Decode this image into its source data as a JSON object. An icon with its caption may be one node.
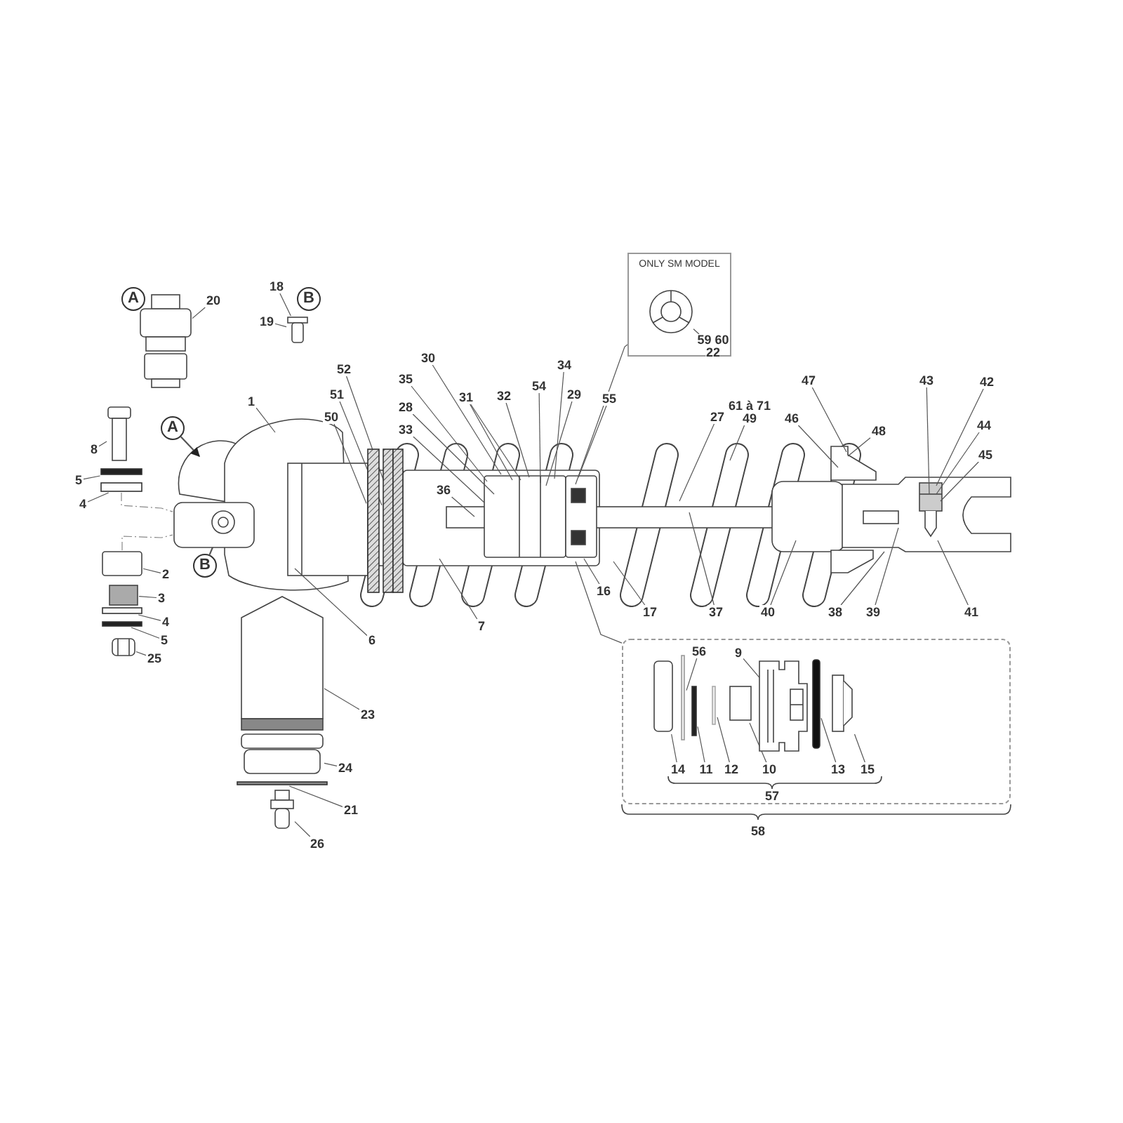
{
  "diagram": {
    "nodes": [
      {
        "text": [
          "A"
        ]
      },
      {
        "text": [
          "20"
        ]
      },
      {
        "text": [
          "18"
        ]
      },
      {
        "text": [
          "B"
        ]
      },
      {
        "text": [
          "19"
        ]
      },
      {
        "text": [
          "ONLY SM MODEL"
        ]
      },
      {
        "text": [
          "59 60",
          "22"
        ],
        "in": 5
      },
      {
        "text": [
          "52"
        ]
      },
      {
        "text": [
          "30"
        ]
      },
      {
        "text": [
          "34"
        ]
      },
      {
        "text": [
          "35"
        ]
      },
      {
        "text": [
          "47"
        ]
      },
      {
        "text": [
          "43"
        ]
      },
      {
        "text": [
          "42"
        ]
      },
      {
        "text": [
          "51"
        ]
      },
      {
        "text": [
          "31"
        ]
      },
      {
        "text": [
          "32"
        ]
      },
      {
        "text": [
          "54"
        ]
      },
      {
        "text": [
          "29"
        ]
      },
      {
        "text": [
          "55"
        ]
      },
      {
        "text": [
          "1"
        ]
      },
      {
        "text": [
          "28"
        ]
      },
      {
        "text": [
          "61 à 71",
          "49"
        ]
      },
      {
        "text": [
          "27"
        ]
      },
      {
        "text": [
          "50"
        ]
      },
      {
        "text": [
          "A"
        ]
      },
      {
        "text": [
          "46"
        ]
      },
      {
        "text": [
          "44"
        ]
      },
      {
        "text": [
          "33"
        ]
      },
      {
        "text": [
          "48"
        ]
      },
      {
        "text": [
          "8"
        ]
      },
      {
        "text": [
          "5"
        ]
      },
      {
        "text": [
          "45"
        ]
      },
      {
        "text": [
          "36"
        ]
      },
      {
        "text": [
          "4"
        ]
      },
      {
        "text": [
          "B"
        ]
      },
      {
        "text": [
          "2"
        ]
      },
      {
        "text": [
          "16"
        ]
      },
      {
        "text": [
          "3"
        ]
      },
      {
        "text": [
          "17"
        ]
      },
      {
        "text": [
          "37"
        ]
      },
      {
        "text": [
          "40"
        ]
      },
      {
        "text": [
          "38"
        ]
      },
      {
        "text": [
          "39"
        ]
      },
      {
        "text": [
          "41"
        ]
      },
      {
        "text": [
          "7"
        ]
      },
      {
        "text": [
          "4"
        ]
      },
      {
        "text": [
          "6"
        ]
      },
      {
        "text": [
          "5"
        ]
      },
      {
        "text": [
          "25"
        ]
      },
      {
        "text": [],
        "shape": "box"
      },
      {
        "text": [
          "56"
        ],
        "in": 50
      },
      {
        "text": [
          "9"
        ],
        "in": 50
      },
      {
        "text": [
          "23"
        ]
      },
      {
        "text": [
          "14"
        ],
        "in": 50
      },
      {
        "text": [
          "11"
        ],
        "in": 50
      },
      {
        "text": [
          "12"
        ],
        "in": 50
      },
      {
        "text": [
          "10"
        ],
        "in": 50
      },
      {
        "text": [
          "13"
        ],
        "in": 50
      },
      {
        "text": [
          "15"
        ],
        "in": 50
      },
      {
        "text": [
          "24"
        ]
      },
      {
        "text": [
          "21"
        ]
      },
      {
        "text": [
          "26"
        ]
      },
      {
        "text": [],
        "shape": "picture"
      },
      {
        "text": [],
        "shape": "picture"
      },
      {
        "text": [],
        "shape": "picture"
      },
      {
        "text": [],
        "shape": "bar"
      },
      {
        "text": [],
        "shape": "bar"
      },
      {
        "text": [],
        "shape": "box"
      },
      {
        "text": [],
        "shape": "box"
      },
      {
        "text": [],
        "shape": "bar"
      },
      {
        "text": [],
        "shape": "bar"
      },
      {
        "text": [],
        "shape": "picture"
      },
      {
        "text": [],
        "shape": "bar"
      },
      {
        "text": [],
        "shape": "bar"
      },
      {
        "text": [],
        "shape": "bar"
      },
      {
        "text": [],
        "shape": "box"
      },
      {
        "text": [],
        "shape": "box"
      },
      {
        "text": [],
        "shape": "bar"
      },
      {
        "text": [],
        "shape": "picture"
      },
      {
        "text": [],
        "shape": "picture",
        "in": 5
      },
      {
        "text": [],
        "shape": "box",
        "in": 50
      },
      {
        "text": [],
        "shape": "bar",
        "in": 50
      },
      {
        "text": [],
        "shape": "bar",
        "in": 50
      },
      {
        "text": [],
        "shape": "bar",
        "in": 50
      },
      {
        "text": [],
        "shape": "box",
        "in": 50
      },
      {
        "text": [],
        "shape": "picture",
        "in": 50
      },
      {
        "text": [],
        "shape": "bar",
        "in": 50
      },
      {
        "text": [],
        "shape": "box",
        "in": 50
      },
      {
        "text": [],
        "shape": "box"
      },
      {
        "text": [],
        "shape": "circle",
        "in": 89
      }
    ],
    "edges": [
      {
        "from": 1,
        "to": 63,
        "arrow": "none"
      },
      {
        "from": 2,
        "to": 64,
        "arrow": "none"
      },
      {
        "from": 4,
        "to": 64,
        "arrow": "none"
      },
      {
        "from": 5,
        "to": null,
        "arrow": "none"
      },
      {
        "from": 6,
        "to": 80,
        "arrow": "none"
      },
      {
        "from": 7,
        "to": 75,
        "arrow": "none"
      },
      {
        "from": 8,
        "to": null,
        "arrow": "none"
      },
      {
        "from": 9,
        "to": null,
        "arrow": "none"
      },
      {
        "from": 10,
        "to": null,
        "arrow": "none"
      },
      {
        "from": 11,
        "to": null,
        "arrow": "none"
      },
      {
        "from": 12,
        "to": null,
        "arrow": "none"
      },
      {
        "from": 13,
        "to": null,
        "arrow": "none"
      },
      {
        "from": 14,
        "to": 74,
        "arrow": "none"
      },
      {
        "from": 15,
        "to": null,
        "arrow": "none"
      },
      {
        "from": 15,
        "to": null,
        "arrow": "none"
      },
      {
        "from": 16,
        "to": null,
        "arrow": "none"
      },
      {
        "from": 17,
        "to": null,
        "arrow": "none"
      },
      {
        "from": 18,
        "to": null,
        "arrow": "none"
      },
      {
        "from": 19,
        "to": null,
        "arrow": "none"
      },
      {
        "from": 20,
        "to": null,
        "arrow": "none"
      },
      {
        "from": 21,
        "to": null,
        "arrow": "none"
      },
      {
        "from": 22,
        "to": null,
        "arrow": "none"
      },
      {
        "from": 23,
        "to": null,
        "arrow": "none"
      },
      {
        "from": 24,
        "to": 73,
        "arrow": "none"
      },
      {
        "from": 25,
        "to": null,
        "arrow": "to"
      },
      {
        "from": 26,
        "to": null,
        "arrow": "none"
      },
      {
        "from": 27,
        "to": null,
        "arrow": "none"
      },
      {
        "from": 28,
        "to": null,
        "arrow": "none"
      },
      {
        "from": 29,
        "to": null,
        "arrow": "none"
      },
      {
        "from": 30,
        "to": 65,
        "arrow": "none"
      },
      {
        "from": 31,
        "to": 66,
        "arrow": "none"
      },
      {
        "from": 32,
        "to": null,
        "arrow": "none"
      },
      {
        "from": 33,
        "to": null,
        "arrow": "none"
      },
      {
        "from": 34,
        "to": 67,
        "arrow": "none"
      },
      {
        "from": 35,
        "to": 90,
        "arrow": "to"
      },
      {
        "from": 36,
        "to": 68,
        "arrow": "none"
      },
      {
        "from": 37,
        "to": null,
        "arrow": "none"
      },
      {
        "from": 38,
        "to": 69,
        "arrow": "none"
      },
      {
        "from": 39,
        "to": null,
        "arrow": "none"
      },
      {
        "from": 40,
        "to": null,
        "arrow": "none"
      },
      {
        "from": 41,
        "to": null,
        "arrow": "none"
      },
      {
        "from": 42,
        "to": null,
        "arrow": "none"
      },
      {
        "from": 43,
        "to": null,
        "arrow": "none"
      },
      {
        "from": 44,
        "to": null,
        "arrow": "none"
      },
      {
        "from": 45,
        "to": null,
        "arrow": "none"
      },
      {
        "from": 46,
        "to": 70,
        "arrow": "none"
      },
      {
        "from": 47,
        "to": null,
        "arrow": "none"
      },
      {
        "from": 48,
        "to": 71,
        "arrow": "none"
      },
      {
        "from": 49,
        "to": 72,
        "arrow": "none"
      },
      {
        "from": 50,
        "to": null,
        "arrow": "none"
      },
      {
        "from": 51,
        "to": 82,
        "arrow": "none"
      },
      {
        "from": 52,
        "to": 86,
        "arrow": "none"
      },
      {
        "from": 53,
        "to": 76,
        "arrow": "none"
      },
      {
        "from": 54,
        "to": 81,
        "arrow": "none"
      },
      {
        "from": 55,
        "to": 83,
        "arrow": "none"
      },
      {
        "from": 56,
        "to": 84,
        "arrow": "none"
      },
      {
        "from": 57,
        "to": 85,
        "arrow": "none"
      },
      {
        "from": 58,
        "to": 87,
        "arrow": "none"
      },
      {
        "from": 59,
        "to": 88,
        "arrow": "none"
      },
      {
        "from": 60,
        "to": 77,
        "arrow": "none"
      },
      {
        "from": 61,
        "to": 78,
        "arrow": "none"
      },
      {
        "from": 62,
        "to": 79,
        "arrow": "none"
      },
      {
        "from": 67,
        "to": 89,
        "arrow": "none",
        "style": "dashed"
      },
      {
        "from": 68,
        "to": 89,
        "arrow": "none",
        "style": "dashed"
      }
    ],
    "labels": [
      "57",
      "58"
    ]
  }
}
